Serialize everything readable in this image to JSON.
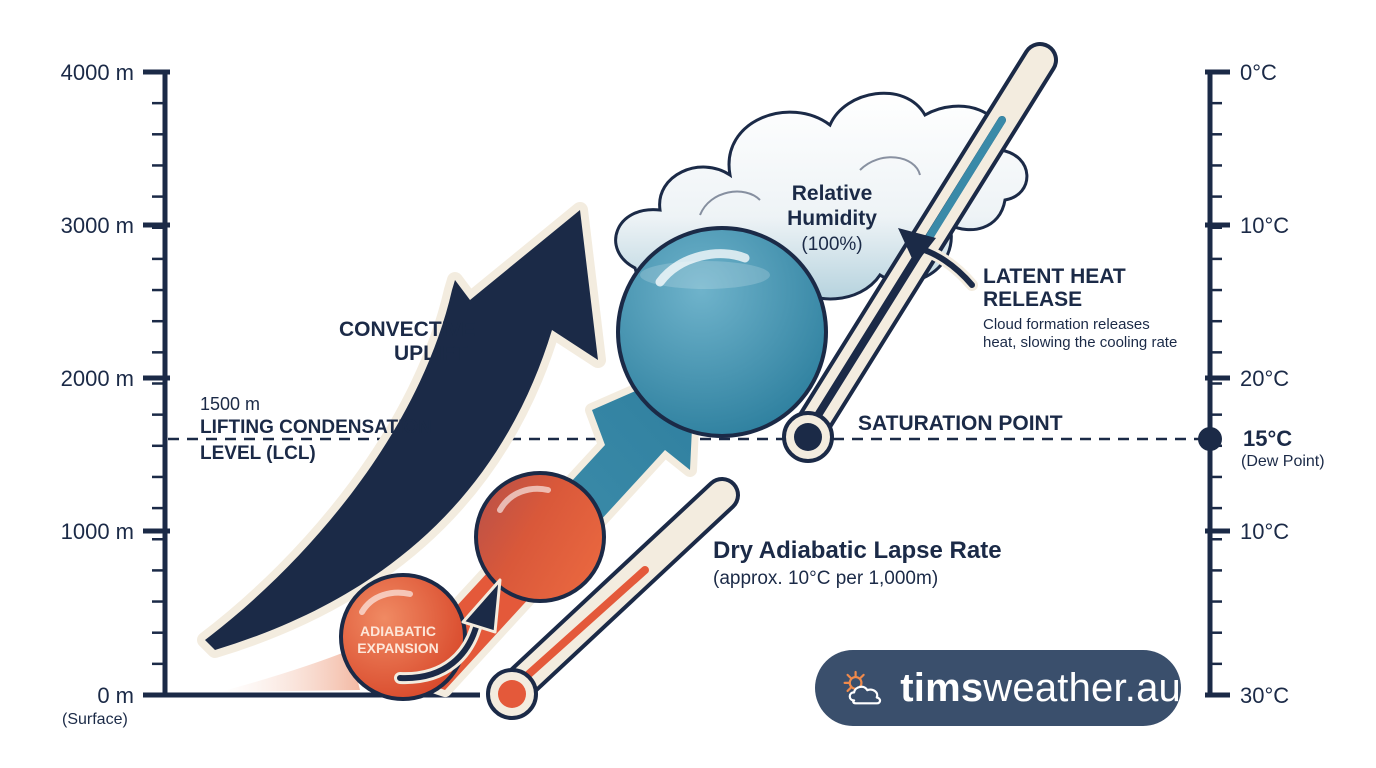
{
  "left_axis": {
    "ticks": [
      {
        "label": "4000 m",
        "value": 4000
      },
      {
        "label": "3000 m",
        "value": 3000
      },
      {
        "label": "2000 m",
        "value": 2000
      },
      {
        "label": "1000 m",
        "value": 1000
      },
      {
        "label": "0 m",
        "value": 0
      }
    ],
    "surface_note": "(Surface)"
  },
  "right_axis": {
    "ticks": [
      {
        "label": "0°C"
      },
      {
        "label": "10°C"
      },
      {
        "label": "20°C"
      },
      {
        "label": "15°C",
        "note": "(Dew Point)"
      },
      {
        "label": "10°C"
      },
      {
        "label": "30°C"
      }
    ]
  },
  "lcl": {
    "altitude_label": "1500 m",
    "title_line1": "LIFTING CONDENSATION",
    "title_line2": "LEVEL (LCL)",
    "saturation_label": "SATURATION POINT"
  },
  "labels": {
    "convective_line1": "CONVECTIVE",
    "convective_line2": "UPLIFT",
    "adiabatic_line1": "ADIABATIC",
    "adiabatic_line2": "EXPANSION",
    "dry_rate_title": "Dry Adiabatic Lapse Rate",
    "dry_rate_sub": "(approx. 10°C per 1,000m)",
    "humidity_line1": "Relative",
    "humidity_line2": "Humidity",
    "humidity_value": "(100%)",
    "latent_line1": "LATENT HEAT",
    "latent_line2": "RELEASE",
    "latent_desc1": "Cloud formation releases",
    "latent_desc2": "heat, slowing the cooling rate"
  },
  "brand": {
    "name_bold": "tims",
    "name_rest": "weather.au",
    "icon": "sun-cloud-icon"
  },
  "colors": {
    "navy": "#1b2a47",
    "warm": "#e4593a",
    "cool": "#3a8aa8",
    "cream": "#f3ecdf",
    "brand_bg": "#3a4f6c"
  }
}
